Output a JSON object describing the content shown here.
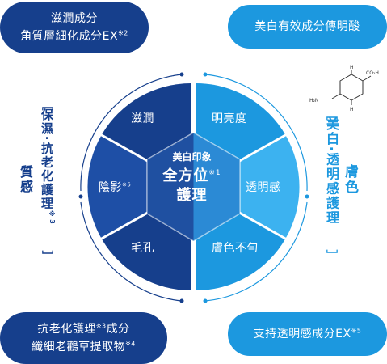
{
  "pills": {
    "top_left": {
      "line1": "滋潤成分",
      "line2": "角質層細化成分EX",
      "line2_note": "※2"
    },
    "top_right": {
      "text": "美白有效成分傳明酸"
    },
    "bottom_left": {
      "line1": "抗老化護理",
      "line1_note": "※3",
      "line1_suffix": "成分",
      "line2": "纖細老鸛草提取物",
      "line2_note": "※4"
    },
    "bottom_right": {
      "text": "支持透明感成分EX",
      "note": "※5"
    }
  },
  "left_labels": {
    "inner": "保濕‧抗老化護理",
    "inner_note": "※3",
    "outer": "質感"
  },
  "right_labels": {
    "inner": "美白‧透明感護理",
    "outer": "膚色"
  },
  "hexagon": {
    "center": {
      "line1": "美白印象",
      "line2": "全方位",
      "line2_note": "※1",
      "line3": "護理"
    },
    "cells": {
      "top_left": "滋潤",
      "top_right": "明亮度",
      "right": "透明感",
      "bottom_right": "膚色不勻",
      "bottom_left": "毛孔",
      "left": "陰影",
      "left_note": "※5"
    }
  },
  "molecule": {
    "label_left": "H₂N",
    "label_right": "CO₂H",
    "h_top": "H",
    "h_bottom": "H"
  },
  "colors": {
    "dark_blue": "#163f8c",
    "light_blue": "#1c98df",
    "mid_dark": "#1e4fa6",
    "mid_light": "#3cb2f0"
  }
}
